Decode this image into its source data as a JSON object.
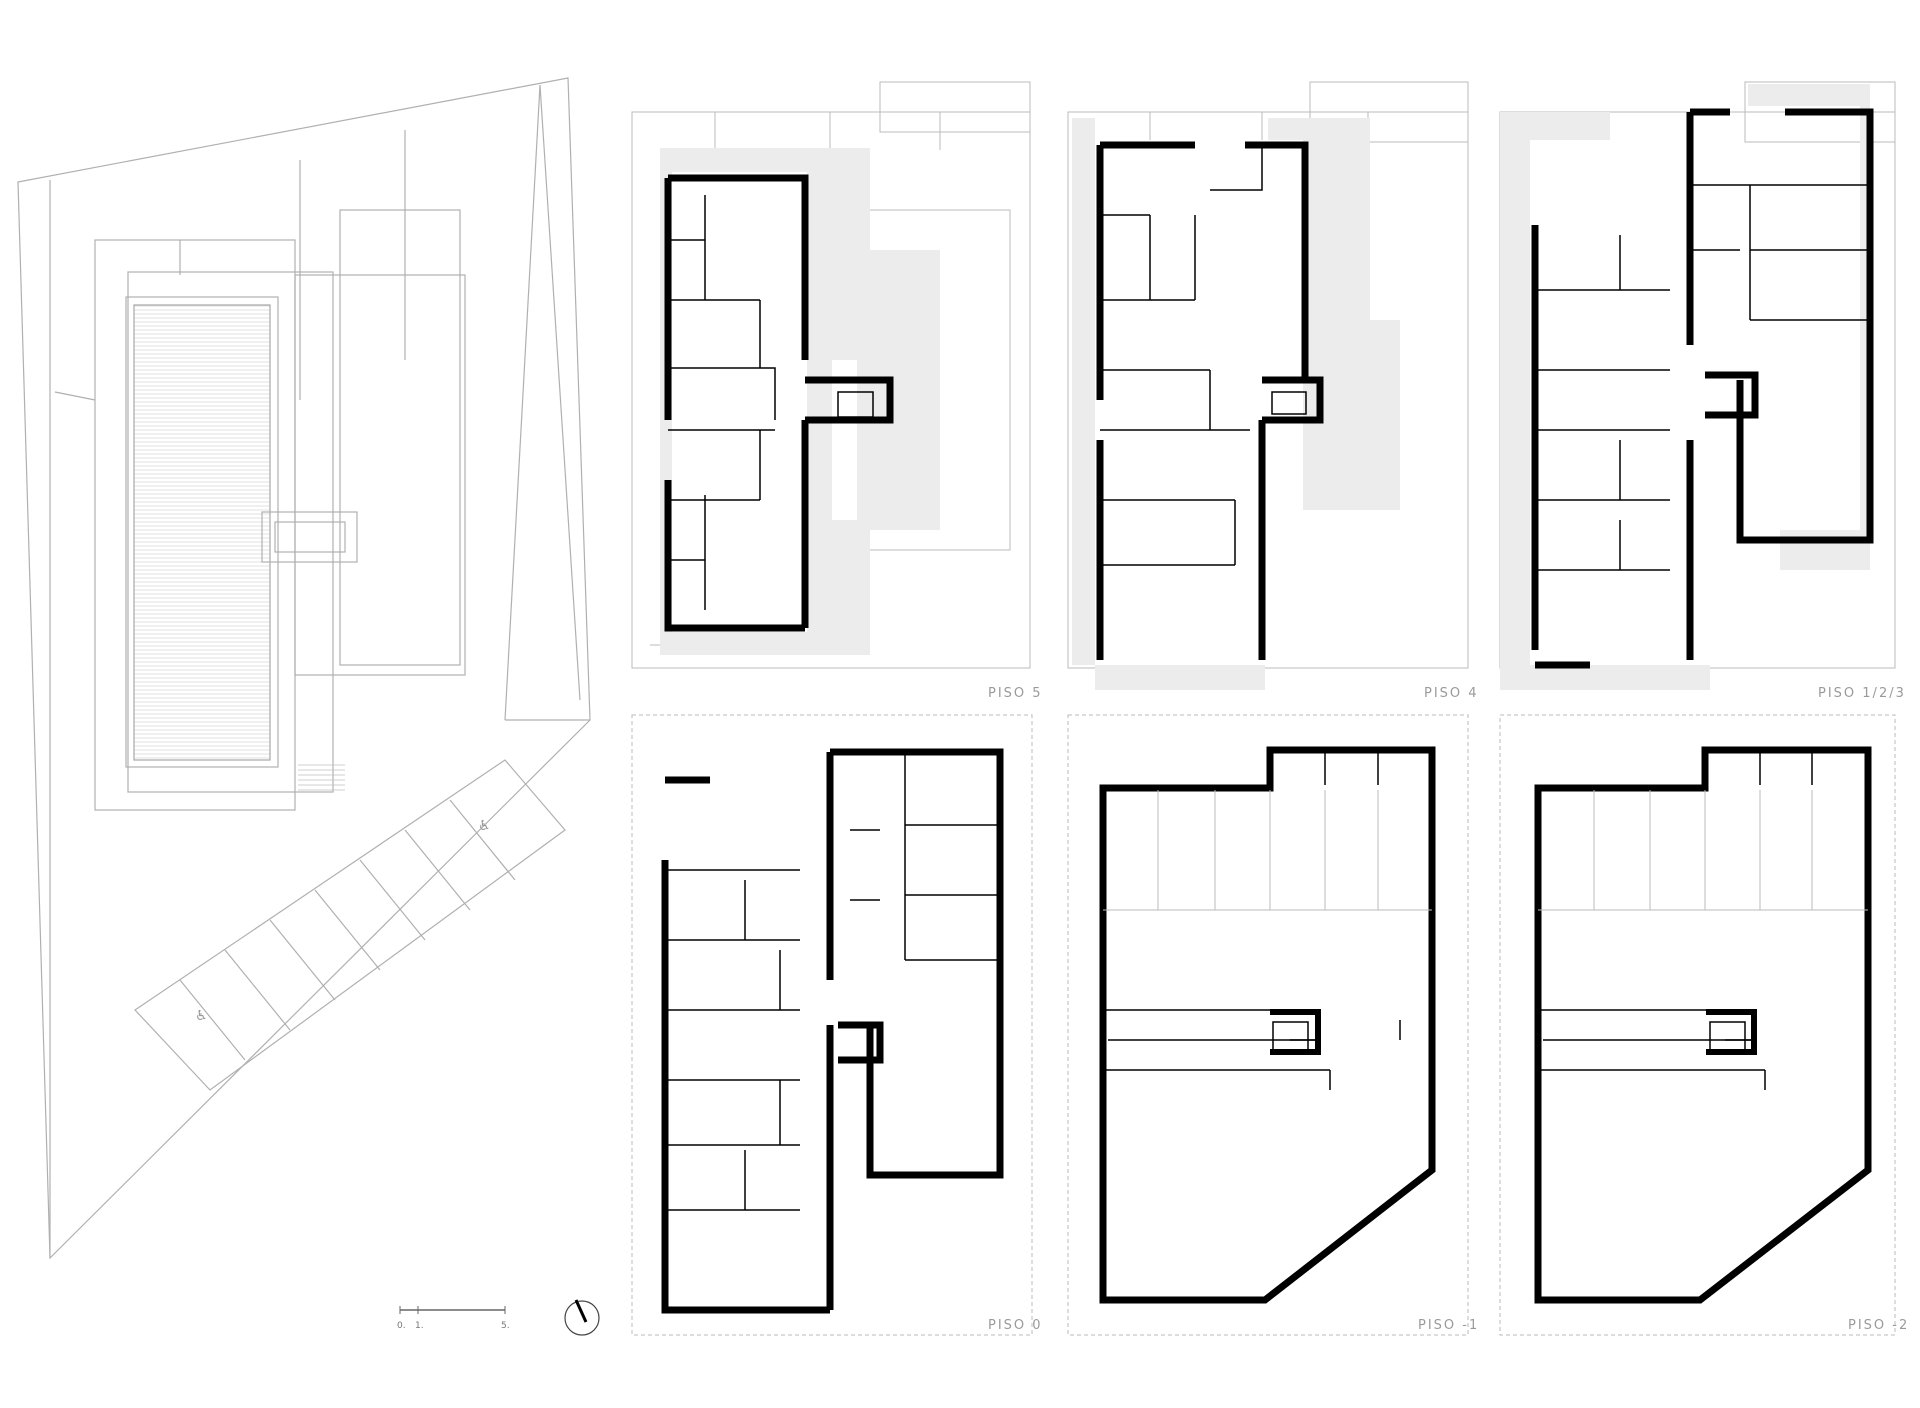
{
  "sheet": {
    "plans": [
      {
        "id": "piso-5",
        "label": "PISO 5"
      },
      {
        "id": "piso-4",
        "label": "PISO 4"
      },
      {
        "id": "piso-1-2-3",
        "label": "PISO 1/2/3"
      },
      {
        "id": "piso-0",
        "label": "PISO 0"
      },
      {
        "id": "piso-m1",
        "label": "PISO -1"
      },
      {
        "id": "piso-m2",
        "label": "PISO -2"
      }
    ],
    "scale_bar": {
      "ticks": [
        "0.",
        "1.",
        "5."
      ]
    },
    "north_arrow": {
      "icon": "north-arrow-icon"
    },
    "colors": {
      "wall": "#000000",
      "line": "#a8a8a8",
      "terrace": "#ececec"
    }
  }
}
